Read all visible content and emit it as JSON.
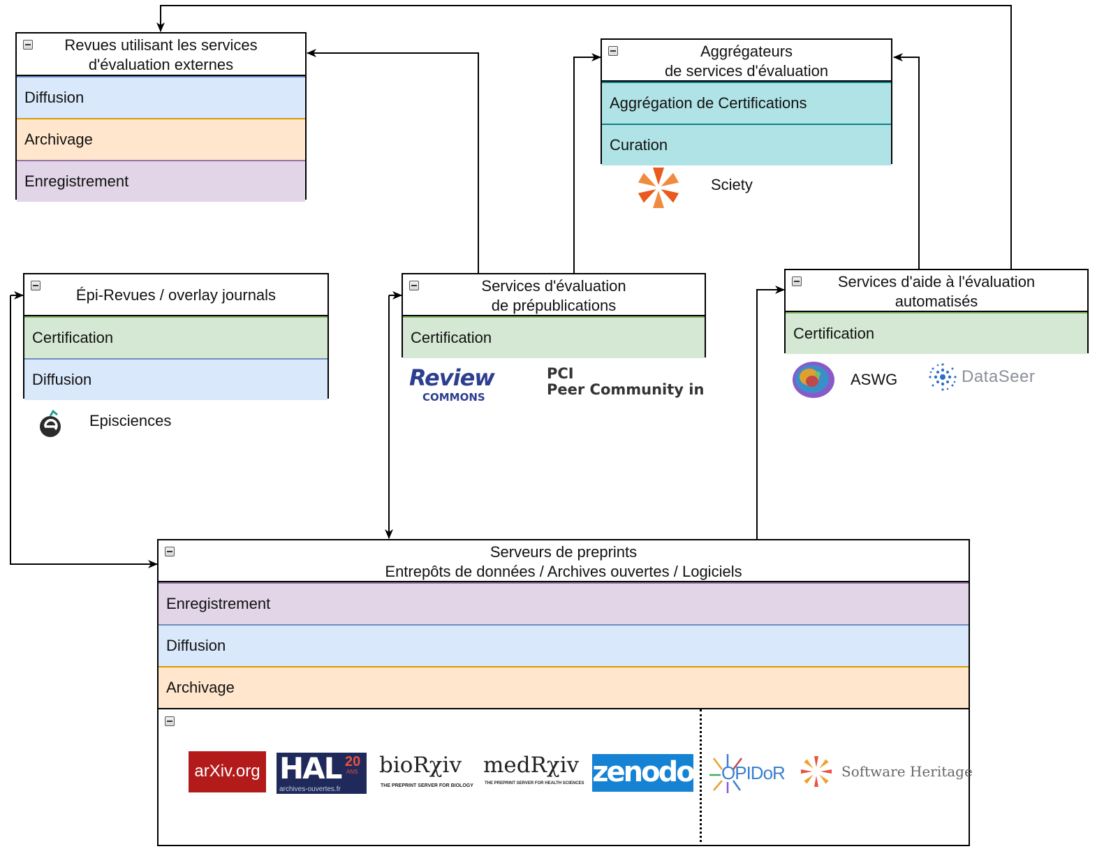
{
  "revues": {
    "title_line1": "Revues utilisant les services",
    "title_line2": "d'évaluation externes",
    "rows": [
      "Diffusion",
      "Archivage",
      "Enregistrement"
    ]
  },
  "aggregateurs": {
    "title_line1": "Aggrégateurs",
    "title_line2": "de services d'évaluation",
    "rows": [
      "Aggrégation de Certifications",
      "Curation"
    ],
    "logo_label": "Sciety"
  },
  "epi": {
    "title": "Épi-Revues / overlay journals",
    "rows": [
      "Certification",
      "Diffusion"
    ],
    "logo_label": "Episciences"
  },
  "services": {
    "title_line1": "Services d'évaluation",
    "title_line2": "de prépublications",
    "rows": [
      "Certification"
    ],
    "review_commons_1": "Review",
    "review_commons_2": "COMMONS",
    "pci_1": "PCI",
    "pci_2": "Peer Community in"
  },
  "aide": {
    "title_line1": "Services d'aide à l'évaluation",
    "title_line2": "automatisés",
    "rows": [
      "Certification"
    ],
    "aswg_label": "ASWG",
    "dataseer_label": "DataSeer"
  },
  "serveurs": {
    "title_line1": "Serveurs de preprints",
    "title_line2": "Entrepôts de données / Archives ouvertes / Logiciels",
    "rows": [
      "Enregistrement",
      "Diffusion",
      "Archivage"
    ]
  },
  "logos": {
    "arxiv": "arXiv.org",
    "hal": "HAL",
    "hal_badge_num": "20",
    "hal_badge_txt": "ANS",
    "hal_sub": "archives-ouvertes.fr",
    "biorxiv": "bioRχiv",
    "biorxiv_sub": "THE PREPRINT SERVER FOR BIOLOGY",
    "medrxiv": "medRχiv",
    "medrxiv_sub": "THE PREPRINT SERVER FOR HEALTH SCIENCES",
    "zenodo": "zenodo",
    "opidor": "OPIDoR",
    "software_heritage": "Software Heritage"
  },
  "colors": {
    "blue_fill": "#dae8fc",
    "orange_fill": "#ffe6cc",
    "purple_fill": "#e1d5e7",
    "green_fill": "#d5e8d4",
    "teal_fill": "#b0e3e6",
    "arxiv_red": "#b31b1b",
    "hal_navy": "#1f2a5a",
    "zenodo_blue": "#1682d4",
    "sciety_orange": "#e85a1d"
  }
}
